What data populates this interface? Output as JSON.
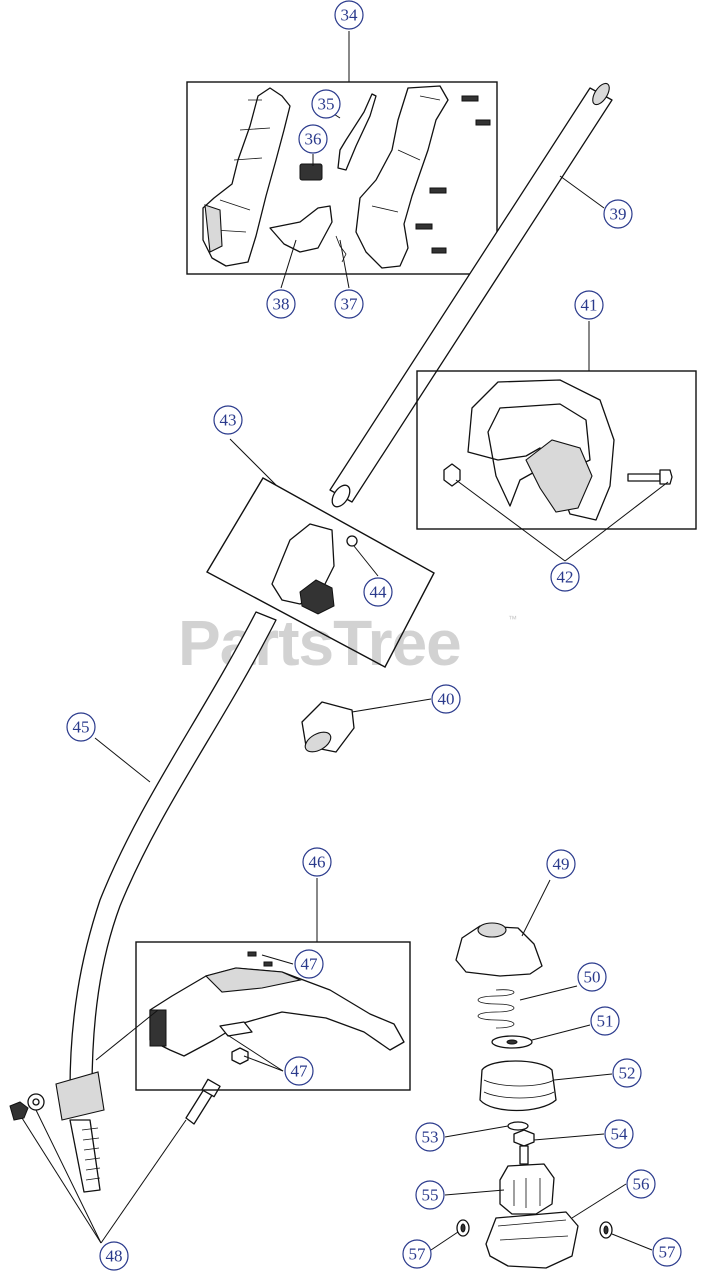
{
  "watermark": {
    "text": "PartsTree",
    "trademark": "™"
  },
  "callouts": [
    {
      "id": "c34",
      "label": "34"
    },
    {
      "id": "c35",
      "label": "35"
    },
    {
      "id": "c36",
      "label": "36"
    },
    {
      "id": "c37",
      "label": "37"
    },
    {
      "id": "c38",
      "label": "38"
    },
    {
      "id": "c39",
      "label": "39"
    },
    {
      "id": "c40",
      "label": "40"
    },
    {
      "id": "c41",
      "label": "41"
    },
    {
      "id": "c42",
      "label": "42"
    },
    {
      "id": "c43",
      "label": "43"
    },
    {
      "id": "c44",
      "label": "44"
    },
    {
      "id": "c45",
      "label": "45"
    },
    {
      "id": "c46",
      "label": "46"
    },
    {
      "id": "c47a",
      "label": "47"
    },
    {
      "id": "c47b",
      "label": "47"
    },
    {
      "id": "c48",
      "label": "48"
    },
    {
      "id": "c49",
      "label": "49"
    },
    {
      "id": "c50",
      "label": "50"
    },
    {
      "id": "c51",
      "label": "51"
    },
    {
      "id": "c52",
      "label": "52"
    },
    {
      "id": "c53",
      "label": "53"
    },
    {
      "id": "c54",
      "label": "54"
    },
    {
      "id": "c55",
      "label": "55"
    },
    {
      "id": "c56",
      "label": "56"
    },
    {
      "id": "c57a",
      "label": "57"
    },
    {
      "id": "c57b",
      "label": "57"
    }
  ]
}
